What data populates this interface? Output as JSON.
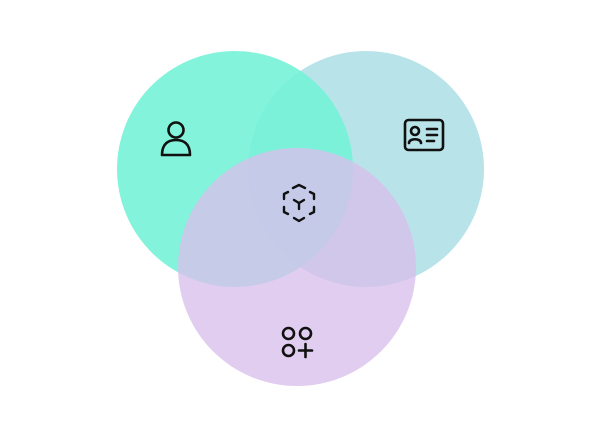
{
  "diagram": {
    "type": "venn",
    "sets": [
      {
        "id": "person",
        "icon": "user-icon",
        "color": "#72F3D6",
        "opacity": 0.88
      },
      {
        "id": "identity",
        "icon": "id-card-icon",
        "color": "#A6DCE4",
        "opacity": 0.8
      },
      {
        "id": "apps",
        "icon": "add-apps-icon",
        "color": "#D9BFEC",
        "opacity": 0.78
      }
    ],
    "center_icon": "ar-cube-icon",
    "icon_color": "#111111"
  }
}
